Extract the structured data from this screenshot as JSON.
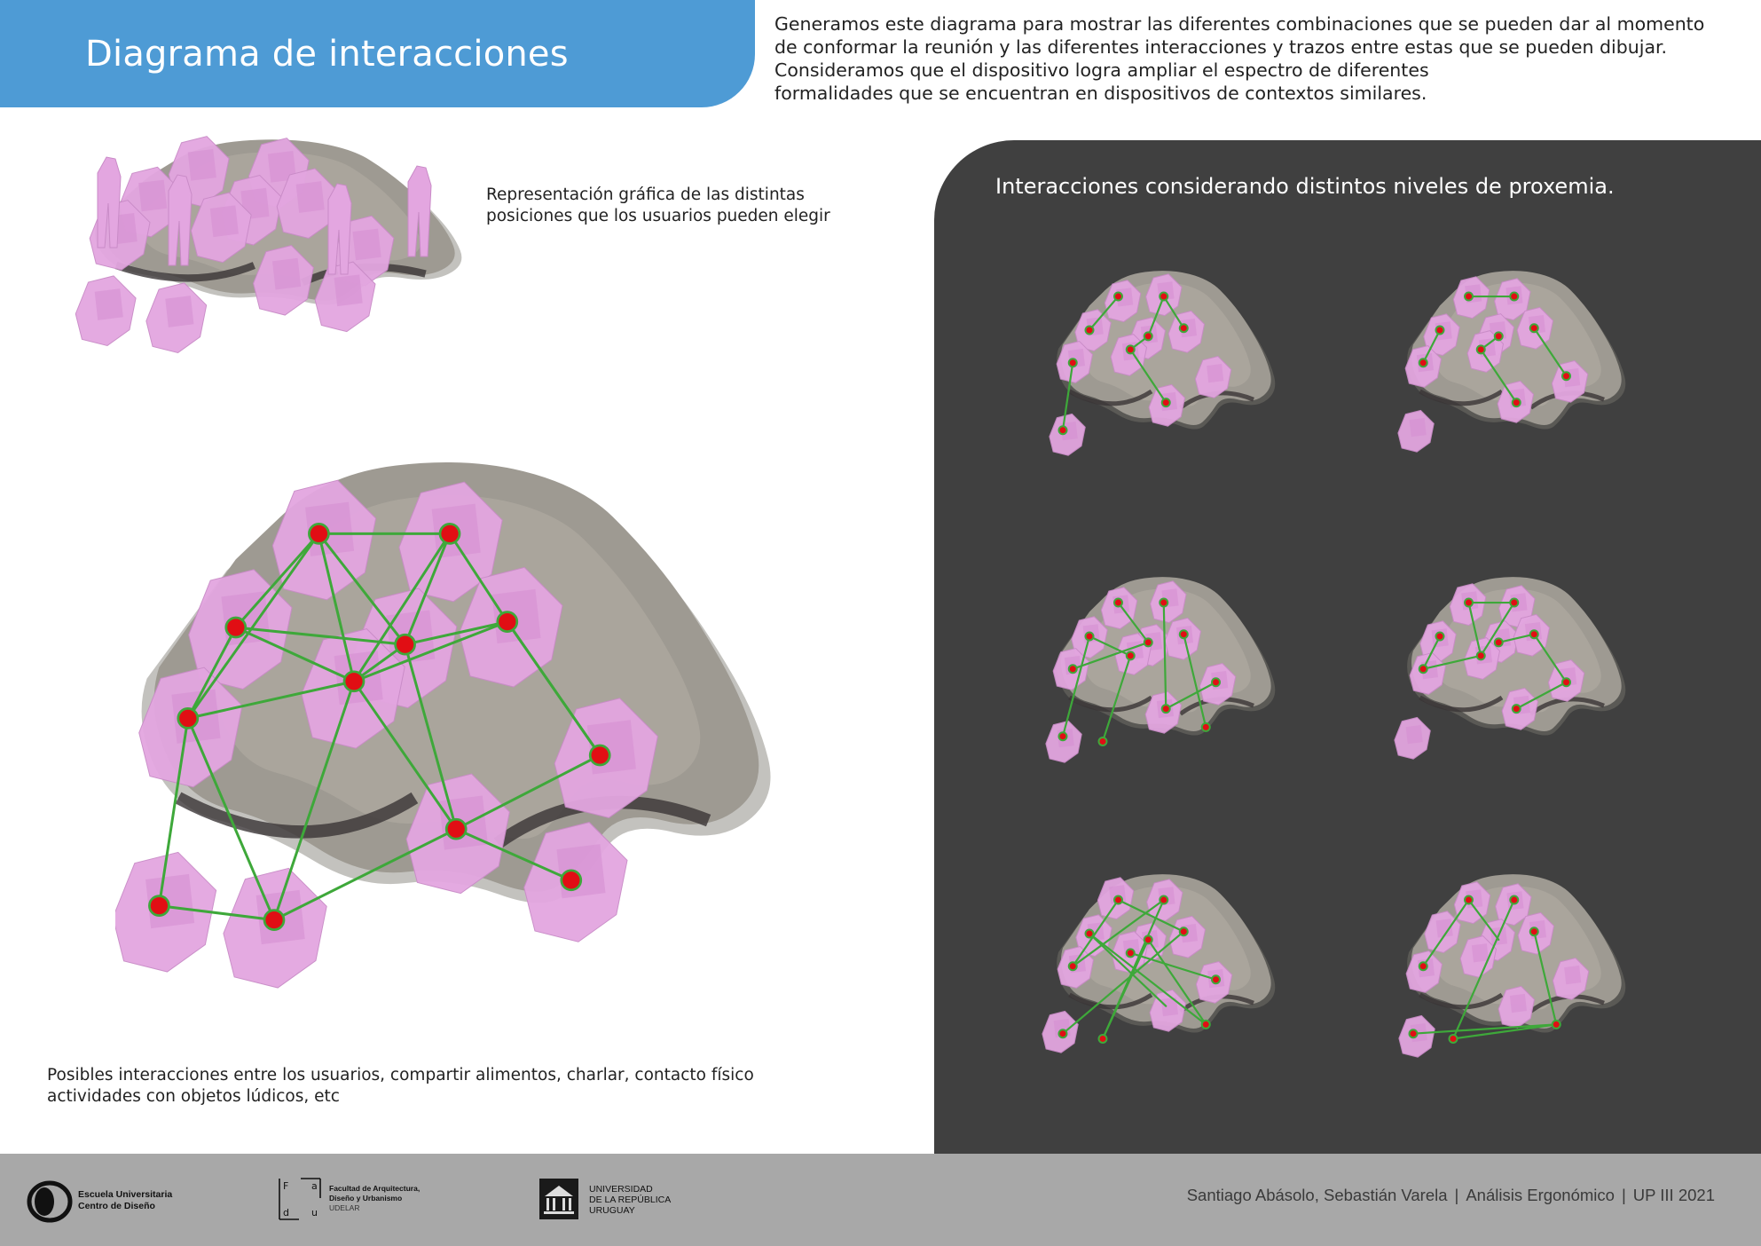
{
  "header": {
    "title": "Diagrama de interacciones",
    "intro_lines": [
      "Generamos este diagrama para mostrar las diferentes combinaciones que se pueden dar al momento",
      "de conformar la reunión y las diferentes interacciones y trazos entre estas que se pueden dibujar.",
      "Consideramos que el dispositivo logra ampliar el espectro de diferentes",
      "formalidades que se encuentran en dispositivos de contextos similares."
    ]
  },
  "top_illustration": {
    "caption_lines": [
      "Representación gráfica de las distintas",
      "posiciones que los usuarios pueden elegir"
    ]
  },
  "main_diagram": {
    "caption_lines": [
      "Posibles interacciones entre los usuarios,  compartir alimentos, charlar, contacto físico",
      "actividades con objetos lúdicos, etc"
    ]
  },
  "proxemia_panel": {
    "title": "Interacciones considerando distintos niveles de proxemia.",
    "variant_count": 6
  },
  "colors": {
    "accent_blue": "#4e9bd5",
    "dark_panel": "#404040",
    "footer_gray": "#a8a8a8",
    "figure_pink": "#e3a6e0",
    "stone": "#9e9a92",
    "node_red": "#e10e14",
    "link_green": "#3ea83a"
  },
  "footer": {
    "logos": {
      "eucd": [
        "Escuela Universitaria",
        "Centro de Diseño"
      ],
      "fadu_letters": [
        "F",
        "a",
        "d",
        "u"
      ],
      "fadu": [
        "Facultad de Arquitectura,",
        "Diseño y Urbanismo",
        "UDELAR"
      ],
      "udelar": [
        "UNIVERSIDAD",
        "DE LA REPÚBLICA",
        "URUGUAY"
      ]
    },
    "credits": [
      "Santiago Abásolo, Sebastián Varela",
      "Análisis Ergonómico",
      "UP III 2021"
    ]
  }
}
